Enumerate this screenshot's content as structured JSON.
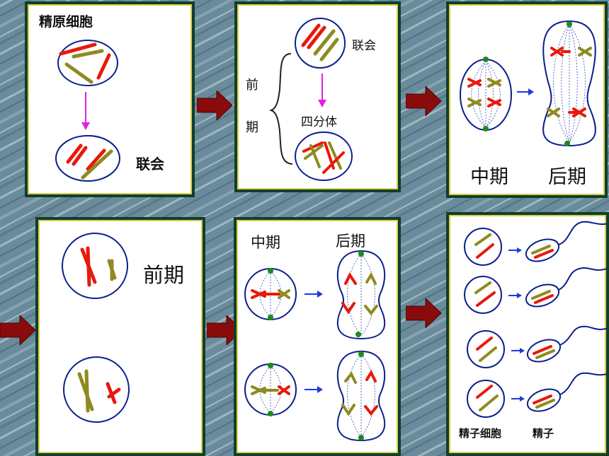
{
  "panels": {
    "p1": {
      "title": "精原细胞",
      "label": "联会"
    },
    "p2": {
      "label_synapsis": "联会",
      "label_tetrad": "四分体",
      "prophase_1": "前",
      "prophase_2": "期"
    },
    "p3": {
      "metaphase": "中期",
      "anaphase": "后期"
    },
    "p4": {
      "prophase": "前期"
    },
    "p5": {
      "metaphase": "中期",
      "anaphase": "后期"
    },
    "p6": {
      "spermatid": "精子细胞",
      "sperm": "精子"
    }
  },
  "colors": {
    "cell_outline": "#0b1f8c",
    "chromosome_red": "#e8180c",
    "chromosome_olive": "#8f8a1f",
    "centriole": "#1e8a1a",
    "flow_arrow_pink": "#e020e0",
    "stage_arrow": "#8a0b0b",
    "panel_border": "#0f3f2c",
    "panel_inner_border": "#d9cf49"
  }
}
